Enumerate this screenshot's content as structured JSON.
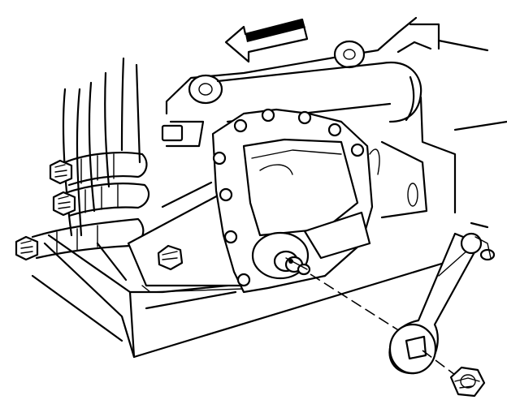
{
  "diagram": {
    "parts": [
      {
        "id": "direction-arrow",
        "icon": "arrow-left-icon"
      },
      {
        "id": "transmission-case"
      },
      {
        "id": "bellhousing"
      },
      {
        "id": "mounting-studs"
      },
      {
        "id": "mounting-bracket"
      },
      {
        "id": "position-sensor-housing"
      },
      {
        "id": "shift-shaft"
      },
      {
        "id": "shift-lever"
      },
      {
        "id": "lever-nut"
      }
    ]
  }
}
